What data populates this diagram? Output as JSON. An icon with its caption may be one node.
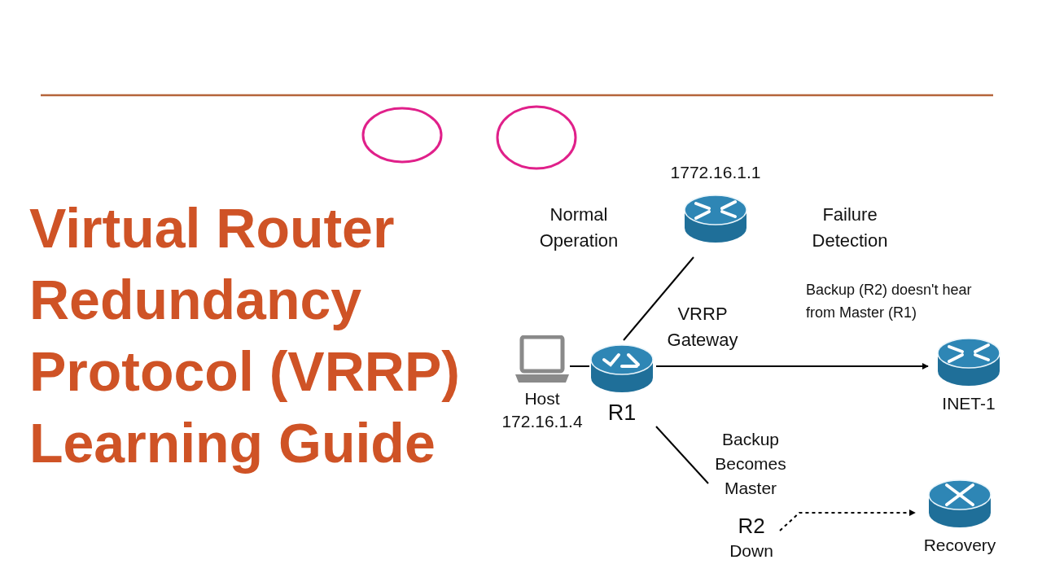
{
  "diagram": {
    "title": "Virtual Router Redundancy Protocol (VRRP) Learning Guide",
    "nodes": [
      {
        "text": [],
        "shape": "circle"
      },
      {
        "text": [],
        "shape": "circle"
      },
      {
        "text": [
          "Host 172.16.1.4"
        ]
      },
      {
        "text": [
          "R1"
        ]
      },
      {
        "text": [
          "1772.16.1.1"
        ]
      },
      {
        "text": [
          "INET-1"
        ]
      },
      {
        "text": [
          "Backup Becomes Master"
        ]
      },
      {
        "text": [
          "R2",
          "Down"
        ]
      },
      {
        "text": [
          "Recovery"
        ]
      }
    ],
    "edges": [
      {
        "from": 2,
        "to": 3,
        "arrow": "none"
      },
      {
        "from": 3,
        "to": 4,
        "arrow": "none"
      },
      {
        "from": 3,
        "to": 5,
        "arrow": "to"
      },
      {
        "from": 3,
        "to": 6,
        "arrow": "none"
      },
      {
        "from": 7,
        "to": 8,
        "arrow": "to",
        "style": "dashed"
      }
    ],
    "labels": [
      "Normal Operation",
      "VRRP Gateway",
      "Failure Detection",
      "Backup (R2) doesn't hear from Master (R1)"
    ]
  }
}
